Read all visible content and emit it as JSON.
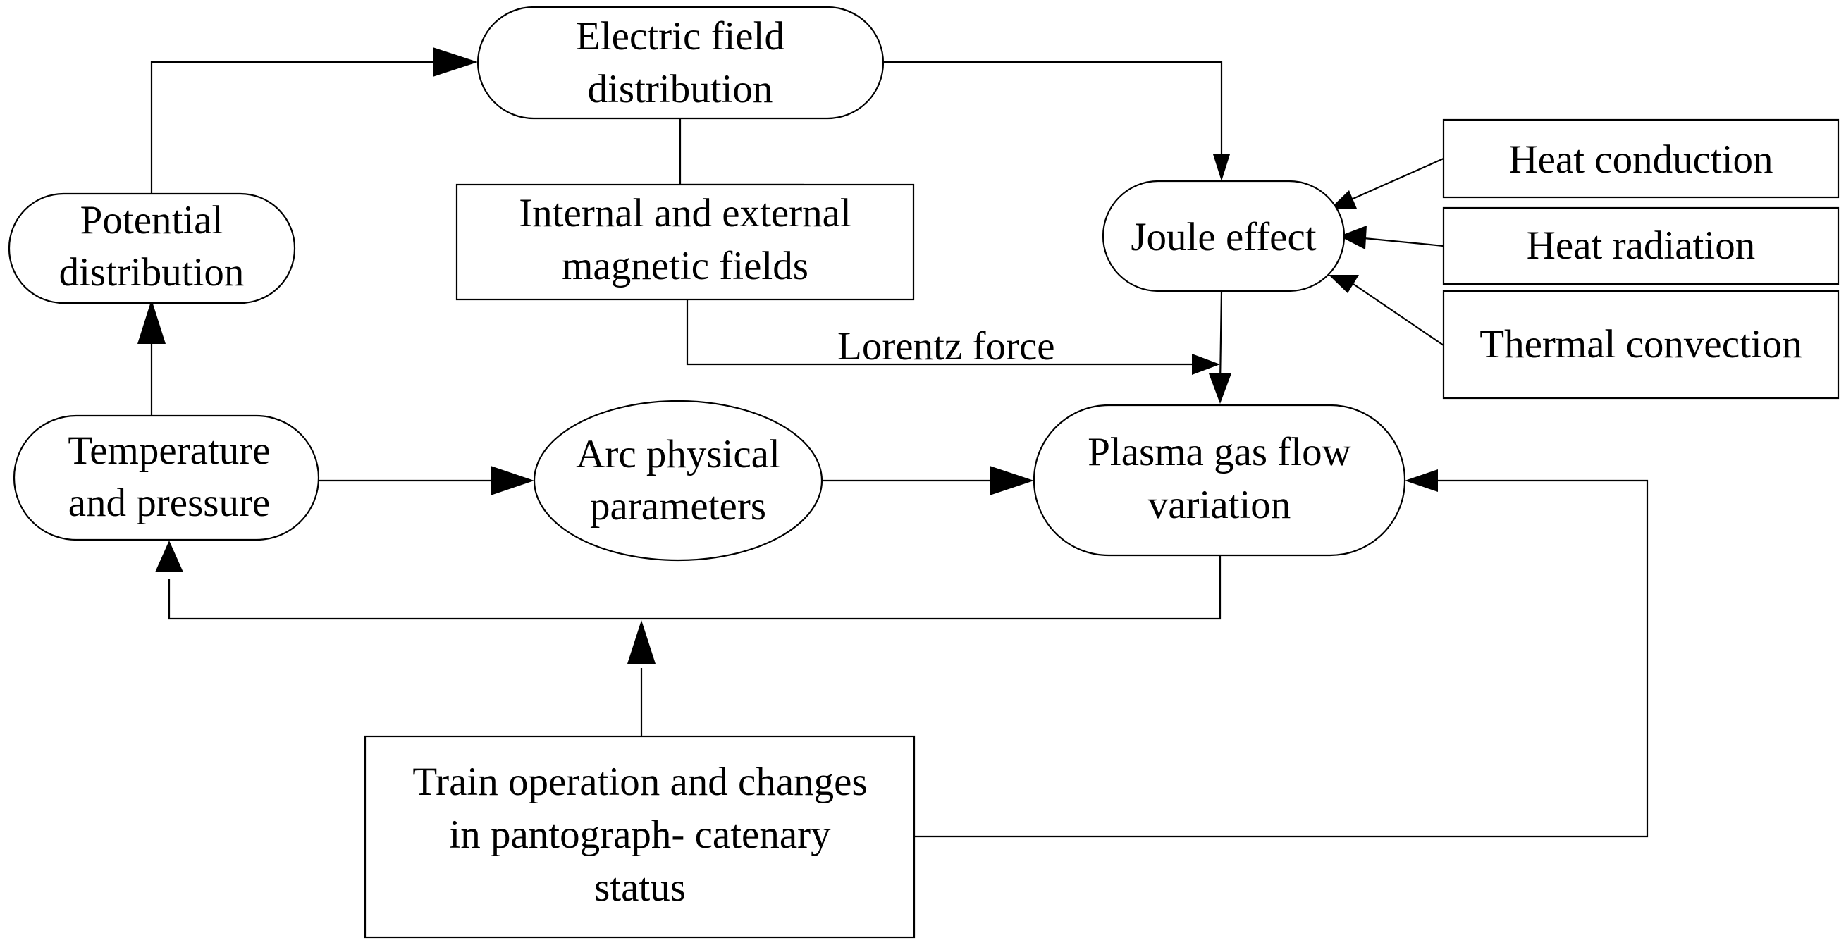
{
  "nodes": {
    "electric_field": {
      "lines": [
        "Electric field",
        "distribution"
      ]
    },
    "potential": {
      "lines": [
        "Potential",
        "distribution"
      ]
    },
    "magnetic": {
      "lines": [
        "Internal and external",
        "magnetic fields"
      ]
    },
    "joule": {
      "lines": [
        "Joule effect"
      ]
    },
    "heat_conduction": {
      "lines": [
        "Heat conduction"
      ]
    },
    "heat_radiation": {
      "lines": [
        "Heat radiation"
      ]
    },
    "thermal_convection": {
      "lines": [
        "Thermal convection"
      ]
    },
    "temp_pressure": {
      "lines": [
        "Temperature",
        "and pressure"
      ]
    },
    "arc_params": {
      "lines": [
        "Arc physical",
        "parameters"
      ]
    },
    "plasma": {
      "lines": [
        "Plasma gas flow",
        "variation"
      ]
    },
    "train": {
      "lines": [
        "Train operation and changes",
        "in pantograph- catenary",
        "status"
      ]
    }
  },
  "edge_labels": {
    "lorentz": "Lorentz force"
  }
}
